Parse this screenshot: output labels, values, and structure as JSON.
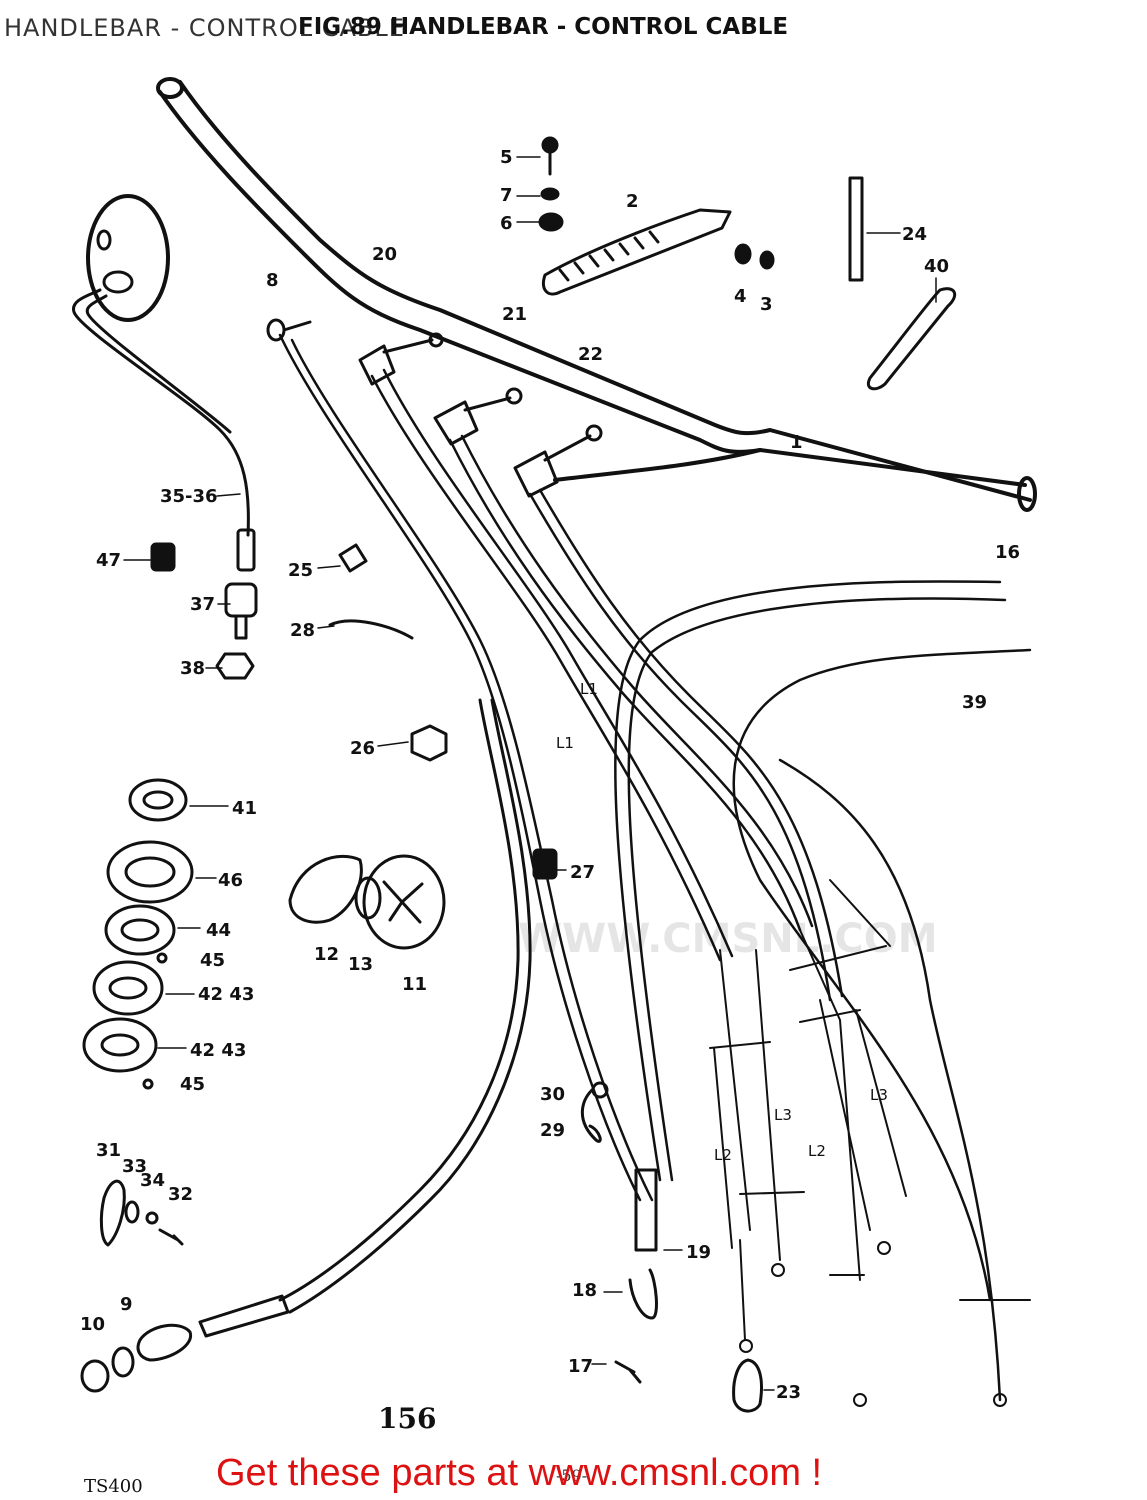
{
  "header": {
    "title": "HANDLEBAR - CONTROL CABLE",
    "fig_caption": "FIG.89 HANDLEBAR - CONTROL CABLE"
  },
  "diagram": {
    "part_labels": {
      "p1": "1",
      "p2": "2",
      "p3": "3",
      "p4": "4",
      "p5": "5",
      "p6": "6",
      "p7": "7",
      "p8": "8",
      "p9": "9",
      "p10": "10",
      "p11": "11",
      "p12": "12",
      "p13": "13",
      "p16": "16",
      "p17": "17",
      "p18": "18",
      "p19": "19",
      "p20": "20",
      "p21": "21",
      "p22": "22",
      "p23": "23",
      "p24": "24",
      "p25": "25",
      "p26": "26",
      "p27": "27",
      "p28": "28",
      "p29": "29",
      "p30": "30",
      "p31": "31",
      "p32": "32",
      "p33": "33",
      "p34": "34",
      "p35_36": "35-36",
      "p37": "37",
      "p38": "38",
      "p39": "39",
      "p40": "40",
      "p41": "41",
      "p42_43a": "42 43",
      "p42_43b": "42 43",
      "p44": "44",
      "p45a": "45",
      "p45b": "45",
      "p46": "46",
      "p47": "47"
    },
    "length_labels": {
      "l1a": "L1",
      "l1b": "L1",
      "l2a": "L2",
      "l2b": "L2",
      "l3a": "L3",
      "l3b": "L3"
    },
    "watermark": "WWW.CMSNL.COM"
  },
  "footer": {
    "page_number": "156",
    "model_code": "TS400",
    "ref": "-59-",
    "promo": "Get these parts at www.cmsnl.com !"
  },
  "colors": {
    "ink": "#111111",
    "promo": "#dd1111",
    "paper": "#ffffff"
  }
}
